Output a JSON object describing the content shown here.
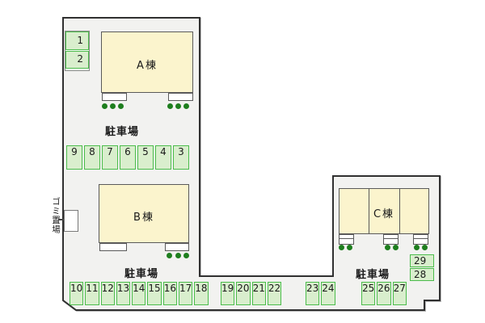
{
  "labels": {
    "parking_top": "駐車場",
    "parking_bottom_left": "駐車場",
    "parking_right": "駐車場",
    "garbage": "ゴミ置場"
  },
  "buildings": [
    {
      "id": "A",
      "label": "A棟"
    },
    {
      "id": "B",
      "label": "B棟"
    },
    {
      "id": "C",
      "label": "C棟"
    }
  ],
  "parking": {
    "stack_top_left": [
      "1",
      "2"
    ],
    "row_upper": [
      "9",
      "8",
      "7",
      "6",
      "5",
      "4",
      "3"
    ],
    "row_bottom_left": [
      "10",
      "11",
      "12",
      "13",
      "14",
      "15",
      "16",
      "17",
      "18"
    ],
    "row_bottom_mid": [
      "19",
      "20",
      "21",
      "22"
    ],
    "row_bottom_mid2": [
      "23",
      "24"
    ],
    "row_bottom_right": [
      "25",
      "26",
      "27"
    ],
    "stack_right": [
      "29",
      "28"
    ]
  },
  "colors": {
    "outline": "#303030",
    "site-fill": "#f2f2f0",
    "building-fill": "#fbf4cd",
    "building-border": "#5a5a5a",
    "parking-fill": "#d9eecd",
    "parking-border": "#4bbc4b",
    "dot": "#1e7e1e",
    "text": "#1a1a1a"
  }
}
